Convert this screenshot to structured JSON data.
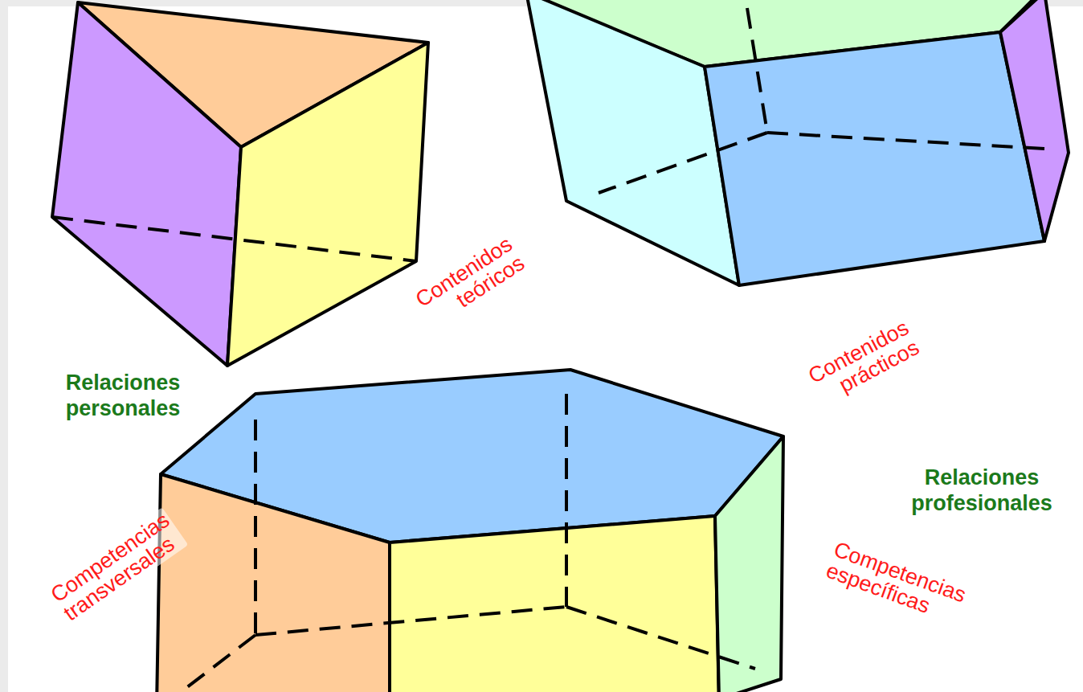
{
  "diagram": {
    "labels": [
      "Contenidos teóricos",
      "Relaciones personales",
      "Contenidos prácticos",
      "Relaciones profesionales",
      "Competencias transversales",
      "Competencias específicas"
    ]
  }
}
